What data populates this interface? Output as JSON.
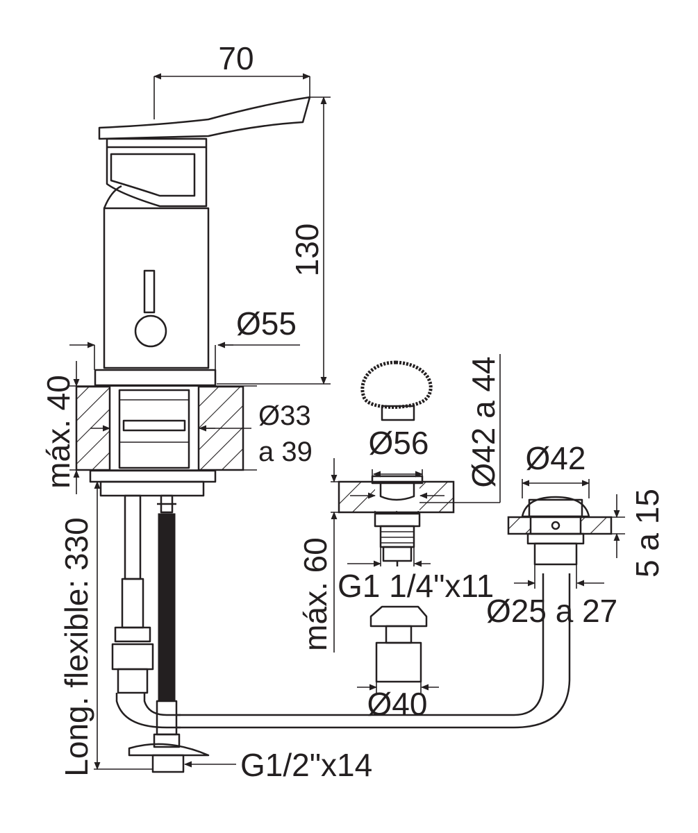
{
  "dimensions": {
    "width_70": "70",
    "height_130": "130",
    "dia_55": "Ø55",
    "dia_33": "Ø33",
    "a_39": "a 39",
    "max_40": "máx. 40",
    "long_flexible": "Long. flexible: 330",
    "dia_56": "Ø56",
    "dia_42_a_44": "Ø42 a 44",
    "max_60": "máx. 60",
    "g1_thread": "G1 1/4\"x11",
    "dia_40": "Ø40",
    "dia_42": "Ø42",
    "five_a_15": "5 a 15",
    "dia_25_a_27": "Ø25 a 27",
    "g12_thread": "G1/2\"x14"
  },
  "colors": {
    "line": "#231f20",
    "background": "#ffffff"
  }
}
